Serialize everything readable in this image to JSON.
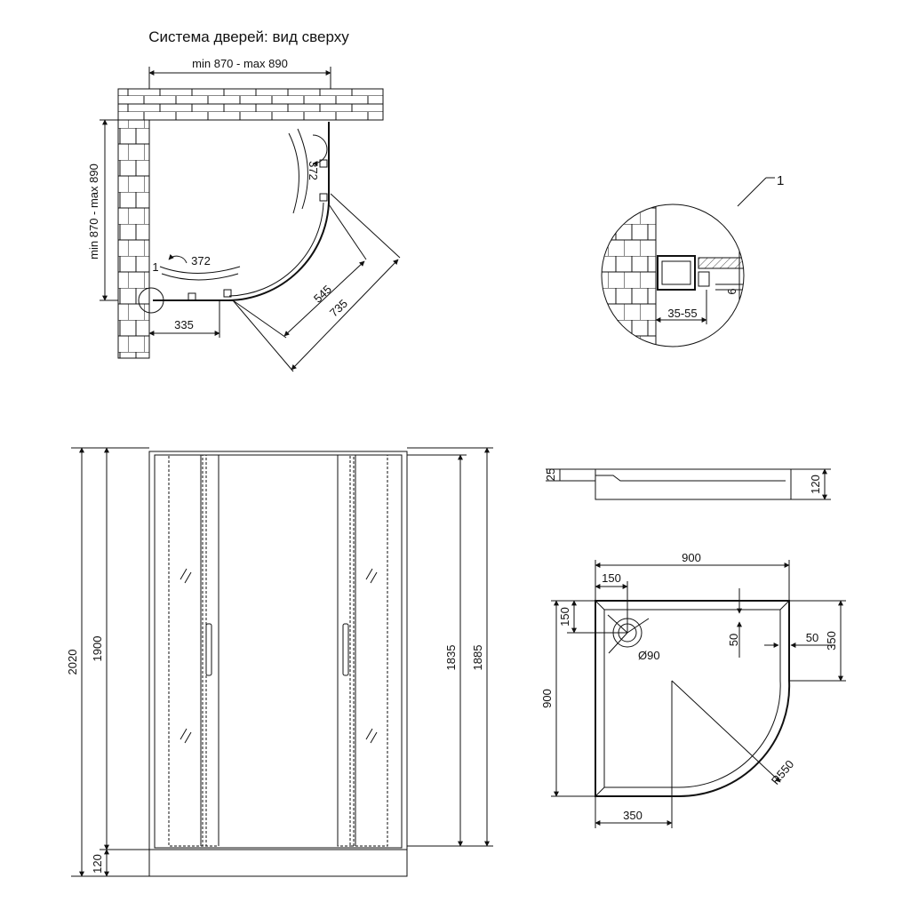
{
  "top_view": {
    "title": "Система дверей: вид сверху",
    "width_range": "min 870 - max 890",
    "depth_range": "min 870 - max 890",
    "swing_a": "372",
    "swing_b": "372",
    "marker": "1",
    "offset": "335",
    "radius_inner": "545",
    "radius_outer": "735"
  },
  "detail": {
    "marker": "1",
    "adjust": "35-55",
    "gap": "6"
  },
  "front_view": {
    "total_height": "2020",
    "door_height": "1900",
    "tray_height": "120",
    "inner_height": "1835",
    "panel_height": "1885"
  },
  "tray_side": {
    "rim": "25",
    "height": "120"
  },
  "tray_top": {
    "width": "900",
    "depth": "900",
    "drain_offset_x": "150",
    "drain_offset_y": "150",
    "drain_diameter": "Ø90",
    "inset_top": "50",
    "inset_side": "50",
    "side_len": "350",
    "bottom_len": "350",
    "radius": "R550"
  }
}
